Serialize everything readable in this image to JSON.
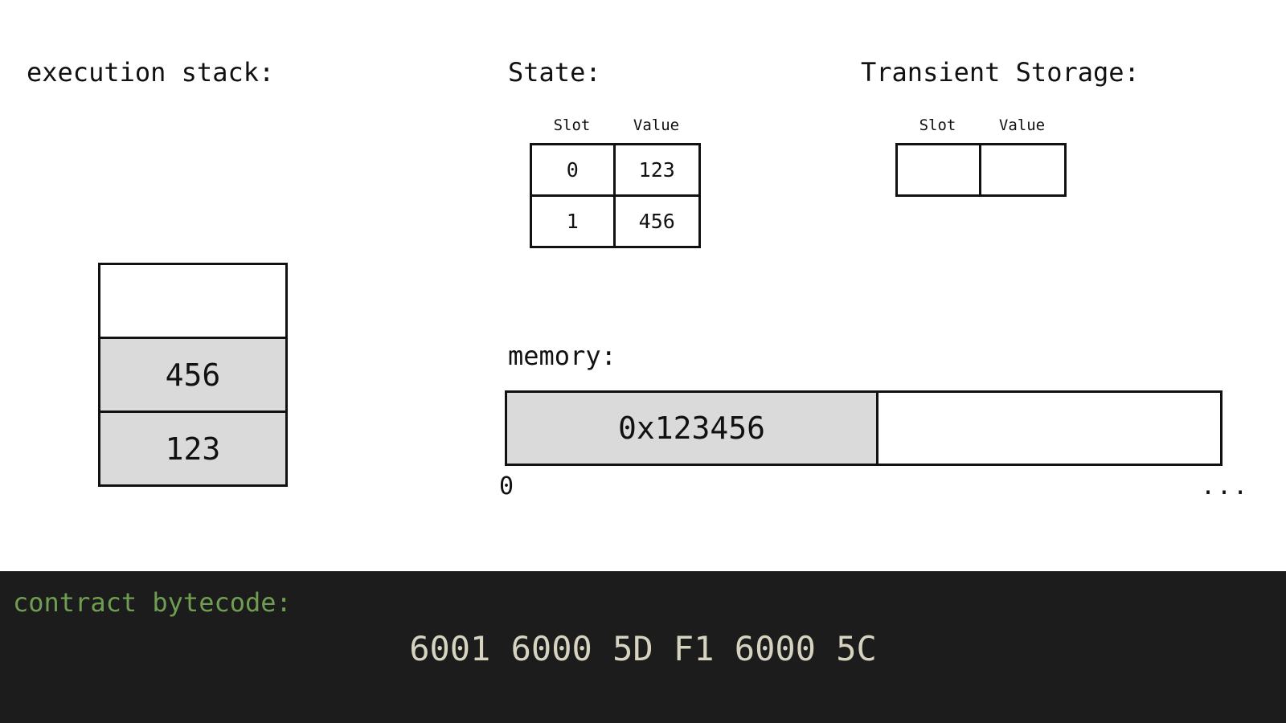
{
  "execution_stack": {
    "title": "execution stack:",
    "cells": [
      "",
      "456",
      "123"
    ]
  },
  "state": {
    "title": "State:",
    "header_slot": "Slot",
    "header_value": "Value",
    "rows": [
      {
        "slot": "0",
        "value": "123"
      },
      {
        "slot": "1",
        "value": "456"
      }
    ]
  },
  "transient_storage": {
    "title": "Transient Storage:",
    "header_slot": "Slot",
    "header_value": "Value",
    "rows": [
      {
        "slot": "",
        "value": ""
      }
    ]
  },
  "memory": {
    "title": "memory:",
    "word": "0x123456",
    "start_offset": "0",
    "ellipsis": "..."
  },
  "bytecode": {
    "label": "contract bytecode:",
    "code": "6001 6000 5D F1 6000 5C"
  },
  "colors": {
    "filled_cell": "#dadada",
    "bytecode_bg": "#1c1c1c",
    "bytecode_label": "#6f9e52",
    "bytecode_text": "#d6d4c0"
  }
}
